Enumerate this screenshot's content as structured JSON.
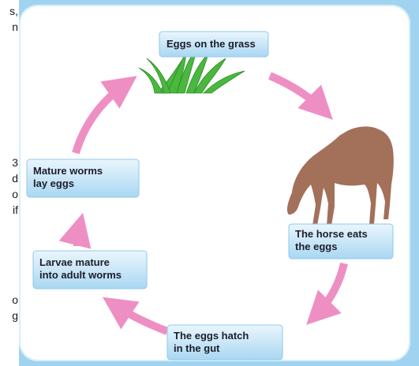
{
  "left_text_fragments": [
    "s,",
    "n",
    "3",
    "d",
    "o",
    "if",
    "o",
    "g"
  ],
  "diagram": {
    "stages": [
      {
        "id": "eggs-on-grass",
        "lines": [
          "Eggs on the grass"
        ]
      },
      {
        "id": "horse-eats",
        "lines": [
          "The horse eats",
          "the eggs"
        ]
      },
      {
        "id": "eggs-hatch",
        "lines": [
          "The eggs hatch",
          "in the gut"
        ]
      },
      {
        "id": "larvae-mature",
        "lines": [
          "Larvae mature",
          "into adult worms"
        ]
      },
      {
        "id": "mature-worms",
        "lines": [
          "Mature worms",
          "lay eggs"
        ]
      }
    ]
  },
  "colors": {
    "background": "#9fd3f0",
    "panel": "#ffffff",
    "box_fill": "#bfe2f6",
    "arrow": "#ee8fc3",
    "grass": "#49b83d",
    "horse": "#a3705a"
  }
}
